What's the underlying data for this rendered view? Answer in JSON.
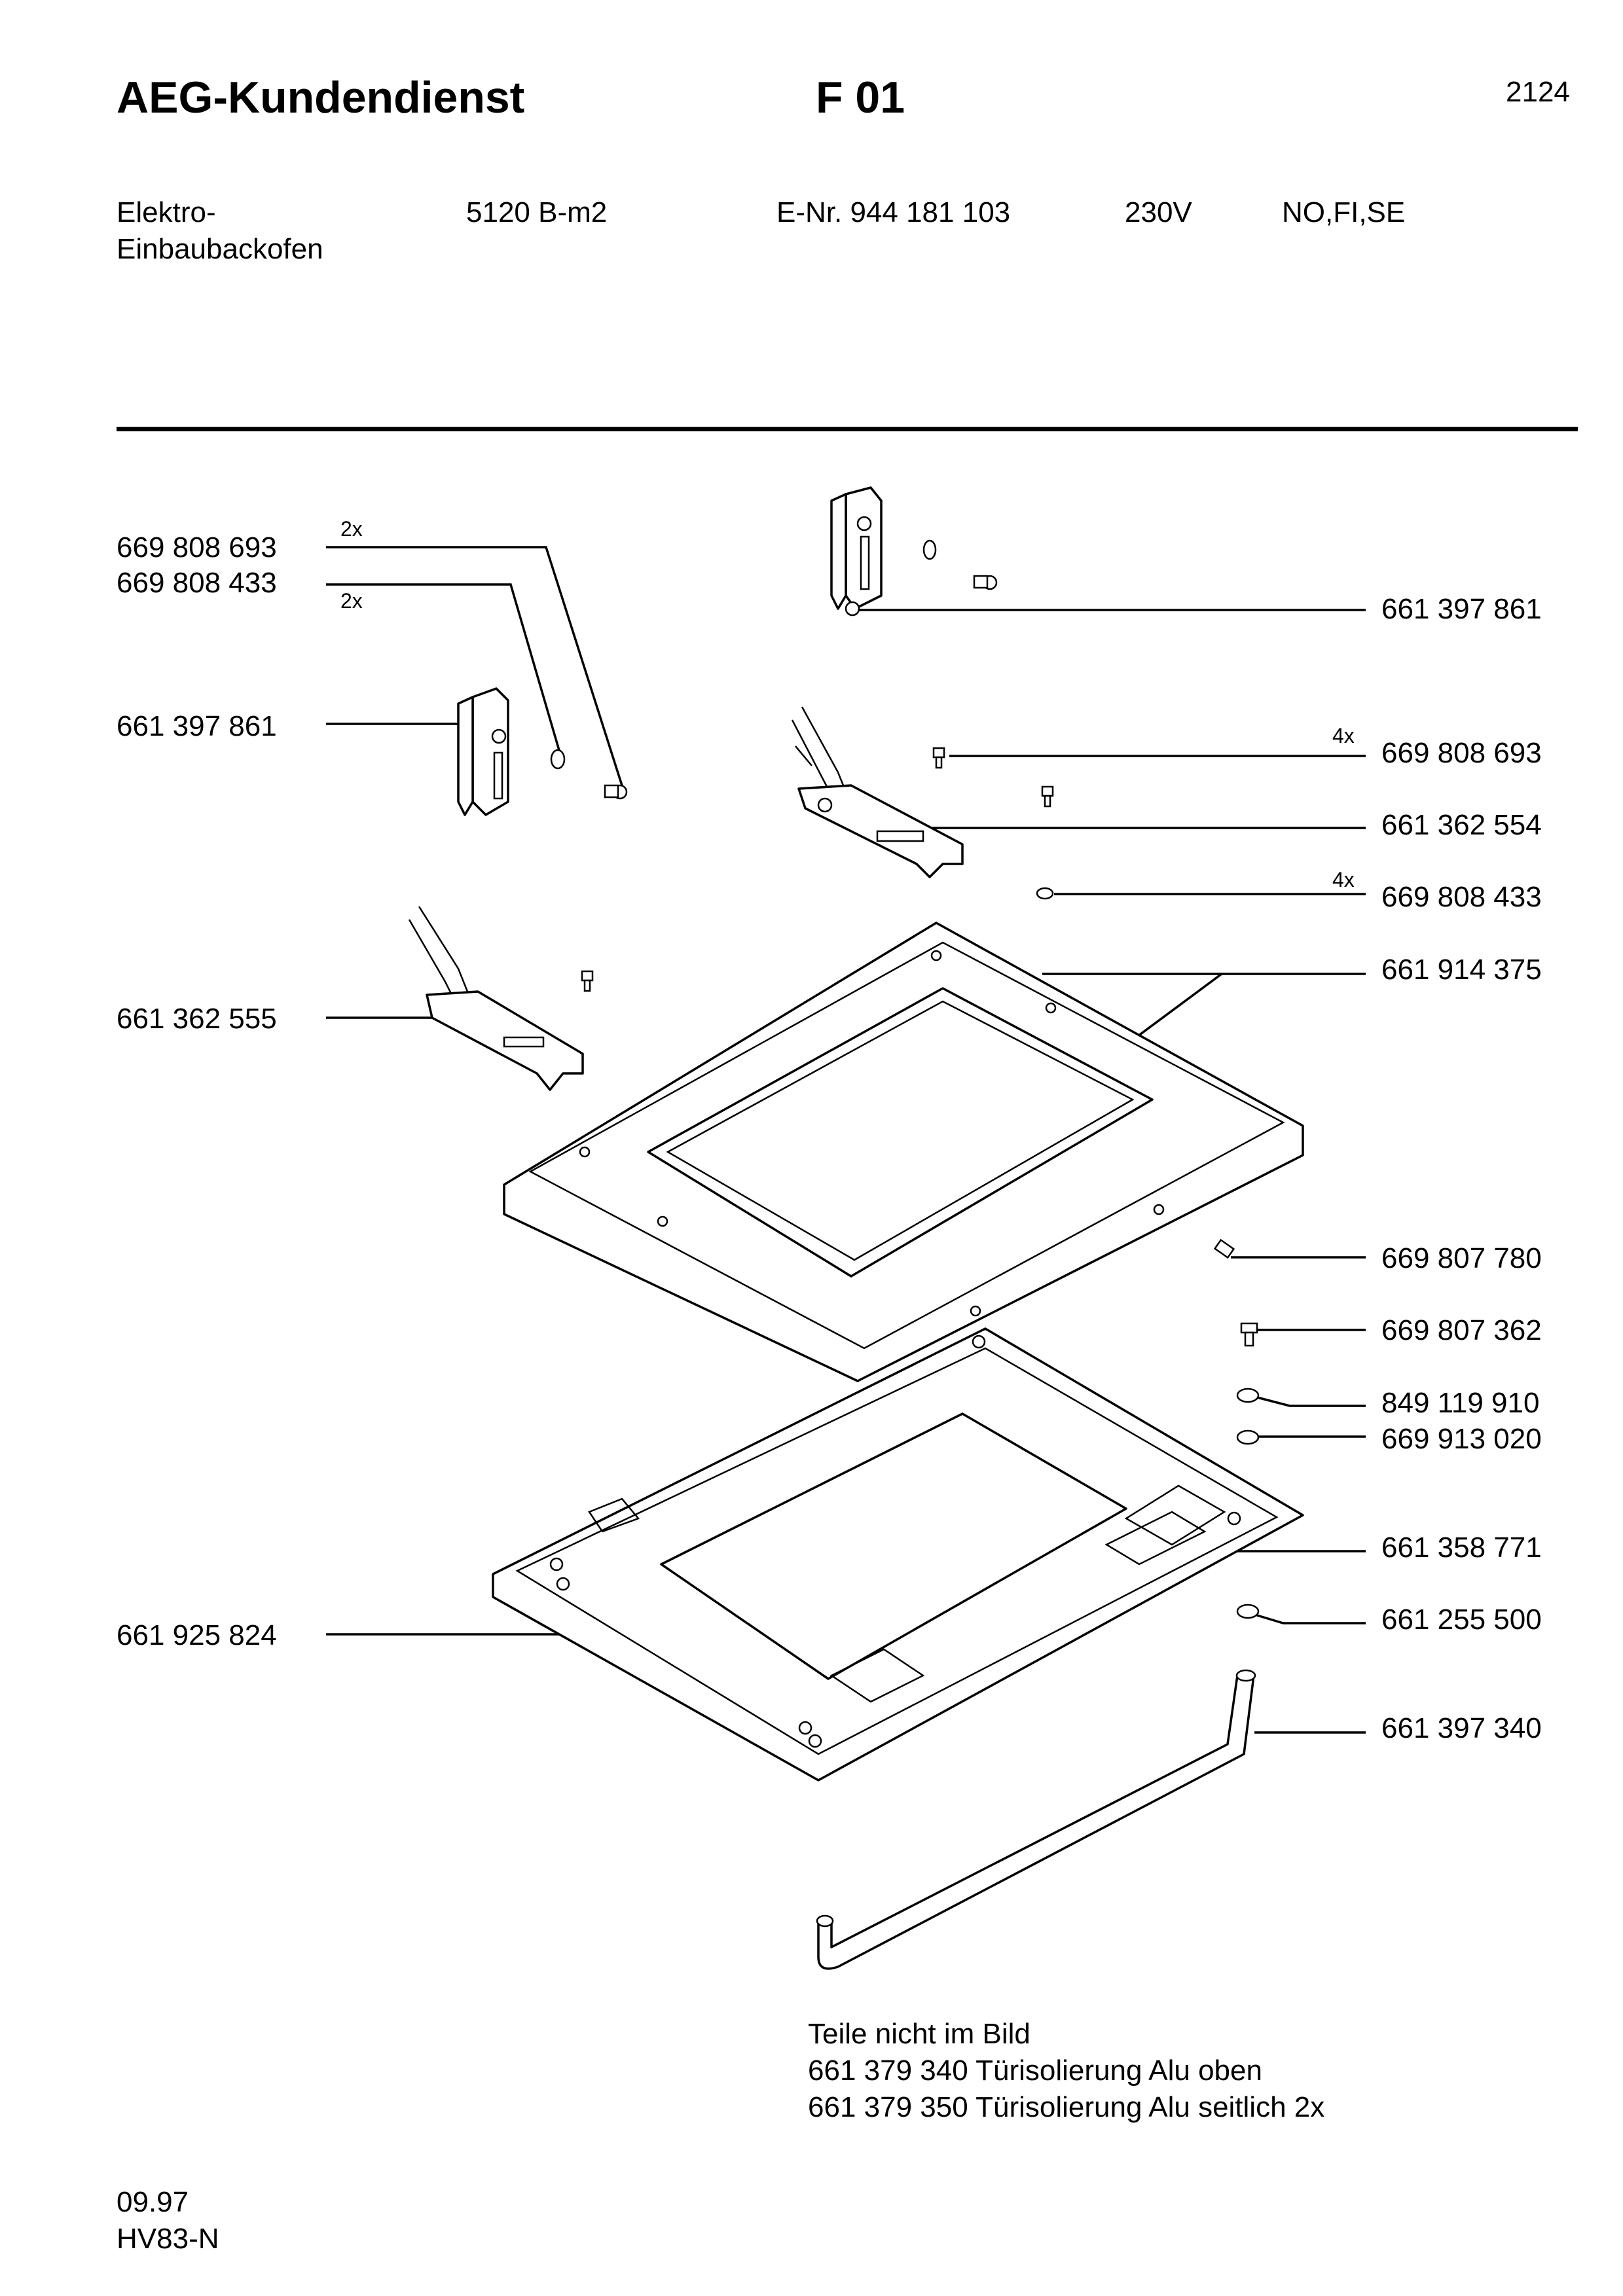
{
  "header": {
    "brand": "AEG-Kundendienst",
    "code": "F 01",
    "page_number": "2124",
    "appliance_line1": "Elektro-",
    "appliance_line2": "Einbaubackofen",
    "model": "5120 B-m2",
    "e_number": "E-Nr. 944 181 103",
    "voltage": "230V",
    "countries": "NO,FI,SE"
  },
  "parts": {
    "left": [
      {
        "number": "669 808 693",
        "qty": "2x"
      },
      {
        "number": "669 808 433",
        "qty": "2x"
      },
      {
        "number": "661 397 861",
        "qty": ""
      },
      {
        "number": "661 362 555",
        "qty": ""
      },
      {
        "number": "661 925 824",
        "qty": ""
      }
    ],
    "right": [
      {
        "number": "661 397 861",
        "qty": ""
      },
      {
        "number": "669 808 693",
        "qty": "4x"
      },
      {
        "number": "661 362 554",
        "qty": ""
      },
      {
        "number": "669 808 433",
        "qty": "4x"
      },
      {
        "number": "661 914 375",
        "qty": ""
      },
      {
        "number": "669 807 780",
        "qty": ""
      },
      {
        "number": "669 807 362",
        "qty": ""
      },
      {
        "number": "849 119 910",
        "qty": ""
      },
      {
        "number": "669 913 020",
        "qty": ""
      },
      {
        "number": "661 358 771",
        "qty": ""
      },
      {
        "number": "661 255 500",
        "qty": ""
      },
      {
        "number": "661 397 340",
        "qty": ""
      }
    ]
  },
  "notes": {
    "heading": "Teile nicht im Bild",
    "lines": [
      "661 379 340 Türisolierung Alu oben",
      "661 379 350 Türisolierung Alu seitlich 2x"
    ]
  },
  "footer": {
    "date": "09.97",
    "code": "HV83-N"
  }
}
